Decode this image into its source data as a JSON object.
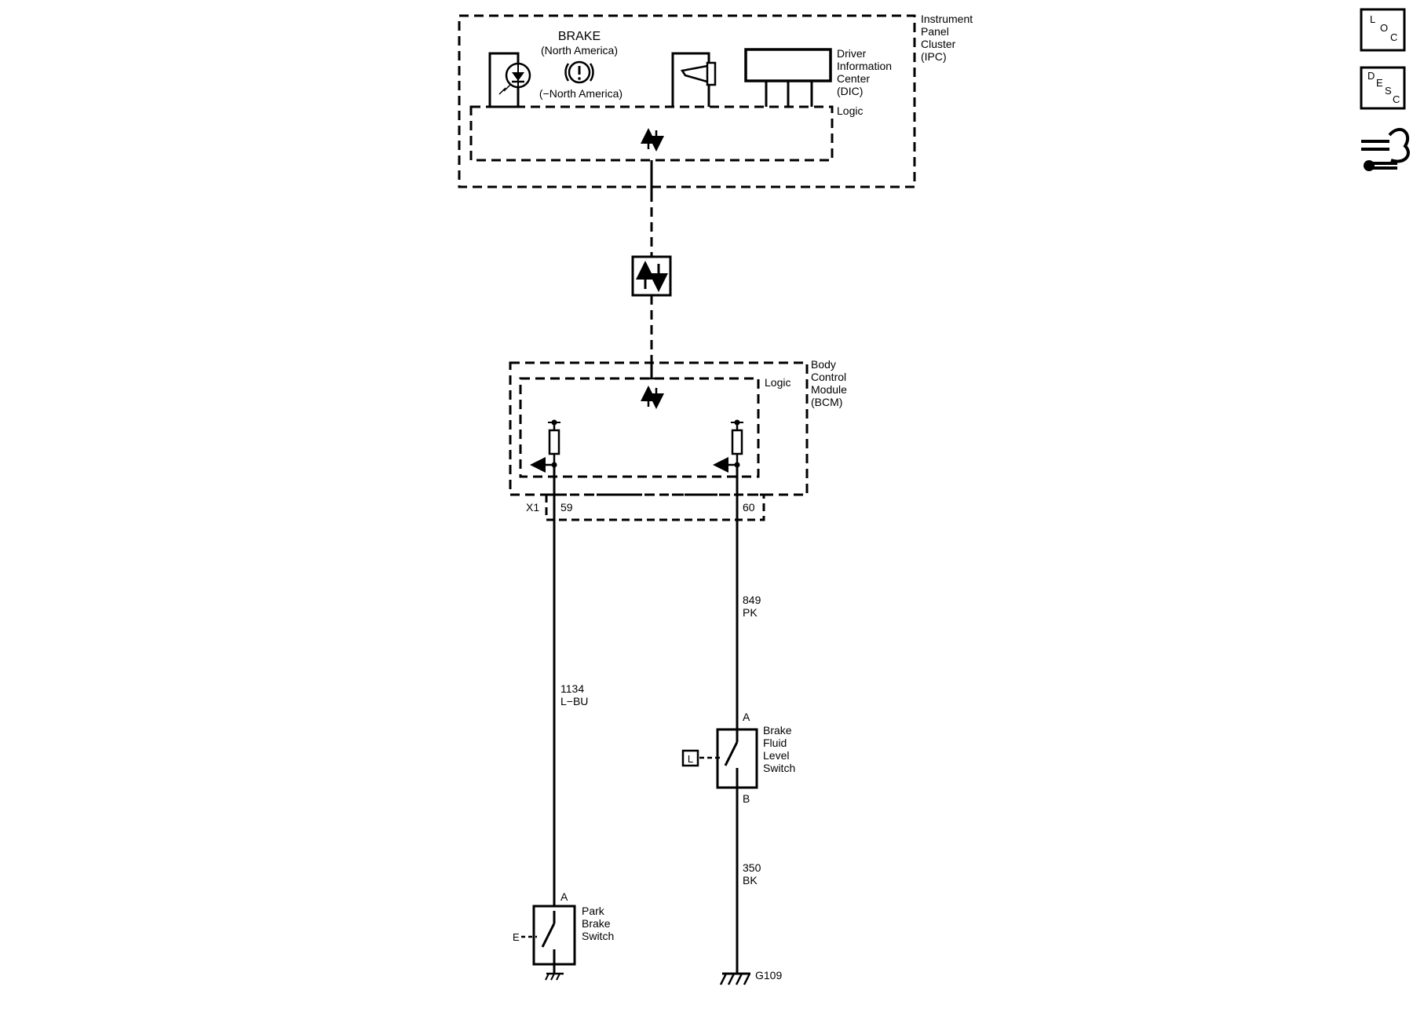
{
  "ipc": {
    "brake_title": "BRAKE",
    "north_america": "(North America)",
    "not_north_america": "(−North America)",
    "name_lines": [
      "Instrument",
      "Panel",
      "Cluster",
      "(IPC)"
    ],
    "dic_lines": [
      "Driver",
      "Information",
      "Center",
      "(DIC)"
    ],
    "logic": "Logic"
  },
  "bcm": {
    "name_lines": [
      "Body",
      "Control",
      "Module",
      "(BCM)"
    ],
    "logic": "Logic",
    "connector": "X1",
    "pin_59": "59",
    "pin_60": "60"
  },
  "wires": {
    "w1134": {
      "circuit": "1134",
      "color": "L−BU"
    },
    "w849": {
      "circuit": "849",
      "color": "PK"
    },
    "w350": {
      "circuit": "350",
      "color": "BK"
    }
  },
  "brake_fluid_switch": {
    "pin_a": "A",
    "pin_b": "B",
    "name_lines": [
      "Brake",
      "Fluid",
      "Level",
      "Switch"
    ],
    "locator": "L"
  },
  "park_brake_switch": {
    "pin_a": "A",
    "name_lines": [
      "Park",
      "Brake",
      "Switch"
    ],
    "locator": "E"
  },
  "ground": {
    "label": "G109"
  },
  "side_icons": {
    "loc": {
      "l1": "L",
      "l2": "O",
      "l3": "C"
    },
    "desc": {
      "l1": "D",
      "l2": "E",
      "l3": "S",
      "l4": "C"
    },
    "connector_icon": "connector-end-view-icon"
  },
  "colors": {
    "line": "#000000",
    "background": "#ffffff"
  }
}
